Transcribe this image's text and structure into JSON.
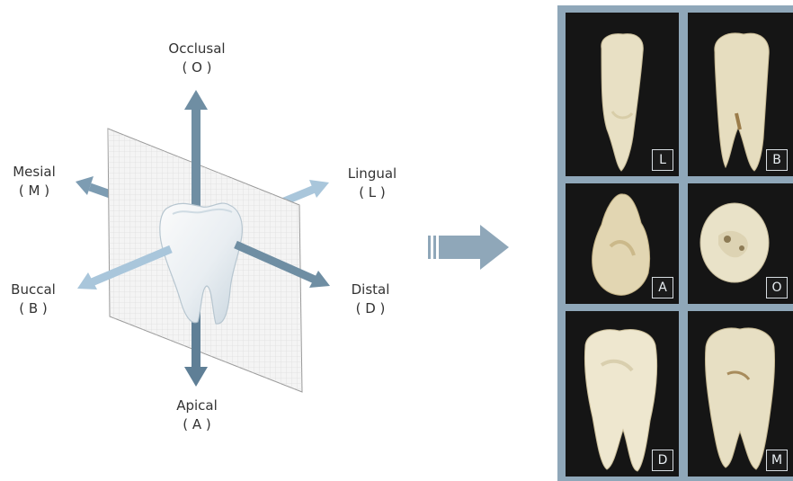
{
  "directions": {
    "occlusal": {
      "name": "Occlusal",
      "abbr": "( O )"
    },
    "mesial": {
      "name": "Mesial",
      "abbr": "( M )"
    },
    "lingual": {
      "name": "Lingual",
      "abbr": "( L )"
    },
    "buccal": {
      "name": "Buccal",
      "abbr": "( B )"
    },
    "distal": {
      "name": "Distal",
      "abbr": "( D )"
    },
    "apical": {
      "name": "Apical",
      "abbr": "( A )"
    }
  },
  "photos": [
    {
      "label": "L"
    },
    {
      "label": "B"
    },
    {
      "label": "A"
    },
    {
      "label": "O"
    },
    {
      "label": "D"
    },
    {
      "label": "M"
    }
  ],
  "colors": {
    "arrow": "#6f8ea3",
    "arrow_light": "#a9c6db",
    "panel": "#8fa7b9",
    "photo_bg": "#151515",
    "tooth": "#e8e2c9"
  }
}
